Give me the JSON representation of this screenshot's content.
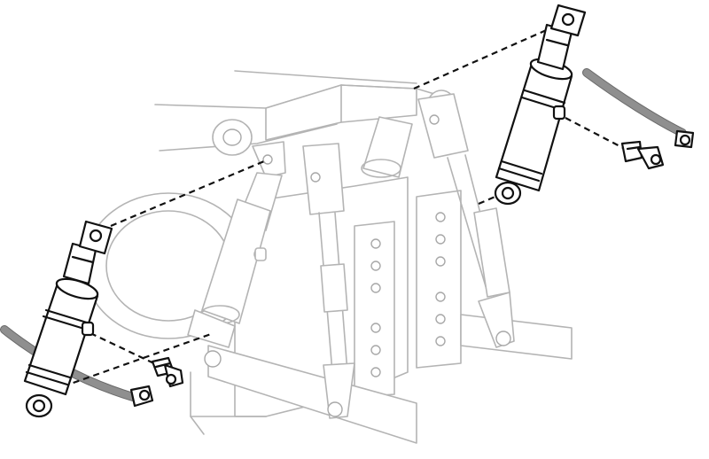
{
  "diagram": {
    "assemblies": [
      {
        "part": "hydraulic-cylinder-left"
      },
      {
        "part": "hydraulic-cylinder-right"
      },
      {
        "part": "hose-left"
      },
      {
        "part": "hose-right"
      },
      {
        "part": "elbow-fitting-left"
      },
      {
        "part": "elbow-fitting-right"
      }
    ],
    "colors": {
      "ghost_outline": "#b4b4b4",
      "part_outline": "#111111",
      "hose": "#8f8f8f",
      "background": "#ffffff"
    }
  }
}
